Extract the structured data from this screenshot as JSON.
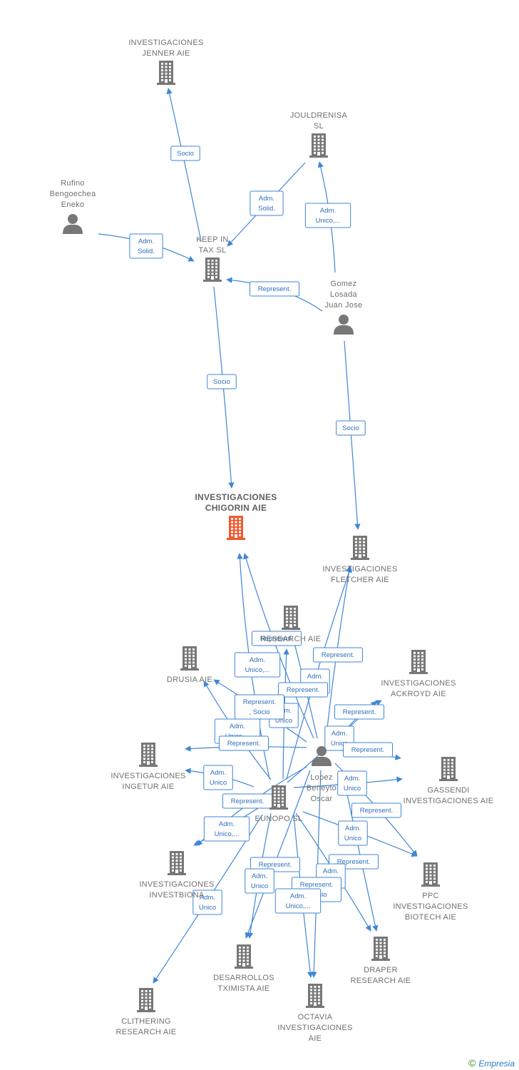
{
  "colors": {
    "edge": "#3f86d6",
    "building": "#777777",
    "focus_building": "#ef5a30",
    "person": "#777777"
  },
  "nodes": [
    {
      "id": "jenner",
      "type": "company",
      "lines": [
        "INVESTIGACIONES",
        "JENNER AIE"
      ]
    },
    {
      "id": "jouldrenisa",
      "type": "company",
      "lines": [
        "JOULDRENISA",
        "SL"
      ]
    },
    {
      "id": "rufino",
      "type": "person",
      "lines": [
        "Rufino",
        "Bengoechea",
        "Eneko"
      ]
    },
    {
      "id": "keepintax",
      "type": "company",
      "lines": [
        "KEEP IN",
        "TAX  SL"
      ]
    },
    {
      "id": "gomez",
      "type": "person",
      "lines": [
        "Gomez",
        "Losada",
        "Juan Jose"
      ]
    },
    {
      "id": "chigorin",
      "type": "company",
      "focus": true,
      "lines": [
        "INVESTIGACIONES",
        "CHIGORIN AIE"
      ]
    },
    {
      "id": "fletcher",
      "type": "company",
      "lines": [
        "INVESTIGACIONES",
        "FLETCHER AIE"
      ]
    },
    {
      "id": "research",
      "type": "company",
      "lines": [
        "RESEARCH AIE"
      ]
    },
    {
      "id": "drusia",
      "type": "company",
      "lines": [
        "DRUSIA  AIE"
      ]
    },
    {
      "id": "ackroyd",
      "type": "company",
      "lines": [
        "INVESTIGACIONES",
        "ACKROYD AIE"
      ]
    },
    {
      "id": "lopez",
      "type": "person",
      "lines": [
        "Lopez",
        "Beneyto",
        "Oscar"
      ]
    },
    {
      "id": "ingetur",
      "type": "company",
      "lines": [
        "INVESTIGACIONES",
        "INGETUR AIE"
      ]
    },
    {
      "id": "gassendi",
      "type": "company",
      "lines": [
        "GASSENDI",
        "INVESTIGACIONES AIE"
      ]
    },
    {
      "id": "eunopo",
      "type": "company",
      "lines": [
        "EUNOPO  SL"
      ]
    },
    {
      "id": "investbiona",
      "type": "company",
      "lines": [
        "INVESTIGACIONES",
        "INVESTBIONA"
      ]
    },
    {
      "id": "ppc",
      "type": "company",
      "lines": [
        "PPC",
        "INVESTIGACIONES",
        "BIOTECH  AIE"
      ]
    },
    {
      "id": "draper",
      "type": "company",
      "lines": [
        "DRAPER",
        "RESEARCH AIE"
      ]
    },
    {
      "id": "desarrollos",
      "type": "company",
      "lines": [
        "DESARROLLOS",
        "TXIMISTA AIE"
      ]
    },
    {
      "id": "clithering",
      "type": "company",
      "lines": [
        "CLITHERING",
        "RESEARCH AIE"
      ]
    },
    {
      "id": "octavia",
      "type": "company",
      "lines": [
        "OCTAVIA",
        "INVESTIGACIONES",
        "AIE"
      ]
    }
  ],
  "edges": [
    {
      "from": "keepintax",
      "to": "jenner",
      "label": [
        "Socio"
      ]
    },
    {
      "from": "jouldrenisa",
      "to": "keepintax",
      "label": [
        "Adm.",
        "Solid."
      ]
    },
    {
      "from": "gomez",
      "to": "jouldrenisa",
      "label": [
        "Adm.",
        "Unico,..."
      ]
    },
    {
      "from": "rufino",
      "to": "keepintax",
      "label": [
        "Adm.",
        "Solid."
      ]
    },
    {
      "from": "gomez",
      "to": "keepintax",
      "label": [
        "Represent."
      ]
    },
    {
      "from": "keepintax",
      "to": "chigorin",
      "label": [
        "Socio"
      ]
    },
    {
      "from": "gomez",
      "to": "fletcher",
      "label": [
        "Socio"
      ]
    },
    {
      "from": "lopez",
      "to": "chigorin",
      "label": [
        "Represent."
      ]
    },
    {
      "from": "eunopo",
      "to": "chigorin",
      "label": [
        "Adm.",
        "Unico,..."
      ]
    },
    {
      "from": "lopez",
      "to": "fletcher",
      "label": [
        "Represent."
      ]
    },
    {
      "from": "eunopo",
      "to": "fletcher",
      "label": [
        "Adm.",
        "Unico"
      ]
    },
    {
      "from": "lopez",
      "to": "research",
      "label": [
        "Represent."
      ]
    },
    {
      "from": "eunopo",
      "to": "research",
      "label": [
        "Adm.",
        "Unico"
      ]
    },
    {
      "from": "lopez",
      "to": "drusia",
      "label": [
        "Represent.",
        ", Socio"
      ]
    },
    {
      "from": "eunopo",
      "to": "drusia",
      "label": [
        "Adm.",
        "Unico,..."
      ]
    },
    {
      "from": "lopez",
      "to": "ackroyd",
      "label": [
        "Represent."
      ]
    },
    {
      "from": "eunopo",
      "to": "ackroyd",
      "label": [
        "Adm.",
        "Unico"
      ]
    },
    {
      "from": "lopez",
      "to": "ingetur",
      "label": [
        "Represent."
      ]
    },
    {
      "from": "eunopo",
      "to": "ingetur",
      "label": [
        "Adm.",
        "Unico"
      ]
    },
    {
      "from": "lopez",
      "to": "gassendi",
      "label": [
        "Represent."
      ]
    },
    {
      "from": "eunopo",
      "to": "gassendi",
      "label": [
        "Adm.",
        "Unico"
      ]
    },
    {
      "from": "lopez",
      "to": "investbiona",
      "label": [
        "Represent."
      ]
    },
    {
      "from": "eunopo",
      "to": "investbiona",
      "label": [
        "Adm.",
        "Unico,..."
      ]
    },
    {
      "from": "lopez",
      "to": "ppc",
      "label": [
        "Represent."
      ]
    },
    {
      "from": "eunopo",
      "to": "ppc",
      "label": [
        "Adm.",
        "Unico"
      ]
    },
    {
      "from": "lopez",
      "to": "draper",
      "label": [
        "Represent."
      ]
    },
    {
      "from": "eunopo",
      "to": "draper",
      "label": [
        "Adm.",
        "Unico"
      ]
    },
    {
      "from": "lopez",
      "to": "desarrollos",
      "label": [
        "Represent."
      ]
    },
    {
      "from": "eunopo",
      "to": "desarrollos",
      "label": [
        "Adm.",
        "Unico"
      ]
    },
    {
      "from": "lopez",
      "to": "octavia",
      "label": [
        "Represent.",
        ", Socio"
      ]
    },
    {
      "from": "eunopo",
      "to": "octavia",
      "label": [
        "Adm.",
        "Unico,..."
      ]
    },
    {
      "from": "eunopo",
      "to": "clithering",
      "label": [
        "Adm.",
        "Unico"
      ]
    }
  ],
  "footer": {
    "copyright": "©",
    "brand": "Empresia"
  }
}
